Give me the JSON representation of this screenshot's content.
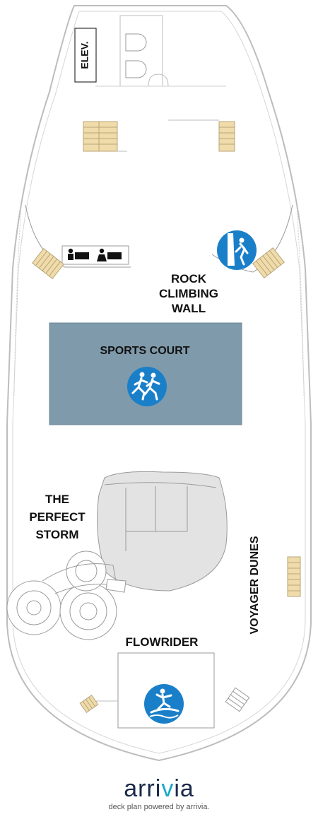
{
  "deck": {
    "labels": {
      "elevator": "ELEV.",
      "rock_line1": "ROCK",
      "rock_line2": "CLIMBING",
      "rock_line3": "WALL",
      "sports_court": "SPORTS COURT",
      "storm_line1": "THE",
      "storm_line2": "PERFECT",
      "storm_line3": "STORM",
      "voyager_dunes": "VOYAGER DUNES",
      "flowrider": "FLOWRIDER"
    },
    "icons": [
      "restroom-men-icon",
      "restroom-women-icon",
      "rock-climbing-icon",
      "running-icon",
      "surfing-icon"
    ],
    "colors": {
      "hull": "#bdbdbd",
      "sports_court": "#7f9aab",
      "structure": "#e3e3e3",
      "stairs": "#f0dcaa",
      "icon_blue": "#1a7fc9"
    }
  },
  "footer": {
    "brand_pre": "arri",
    "brand_accent": "v",
    "brand_post": "ia",
    "tagline": "deck plan powered by arrivia."
  }
}
